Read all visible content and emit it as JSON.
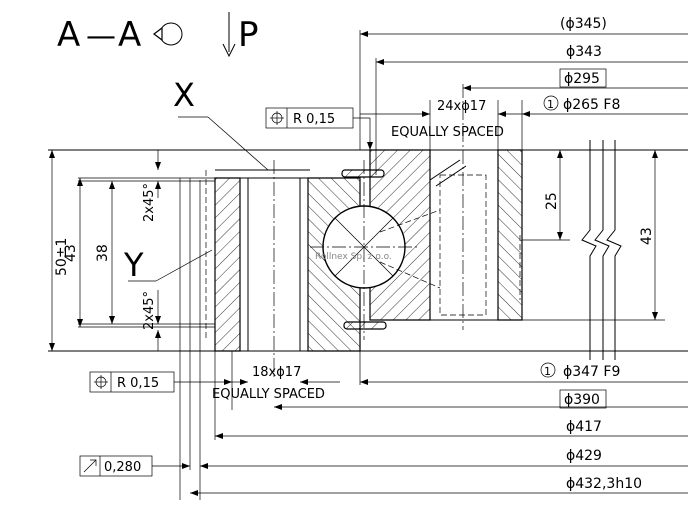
{
  "section": {
    "title_a1": "A",
    "title_dash": "—",
    "title_a2": "A",
    "view_letter": "P"
  },
  "details": {
    "x": "X",
    "y": "Y"
  },
  "top_dimensions": {
    "d345": "(ϕ345)",
    "d343": "ϕ343",
    "d295": "ϕ295",
    "holes_top": "24xϕ17",
    "equally_top": "EQUALLY  SPACED",
    "marker_top": "1",
    "d265": "ϕ265  F8"
  },
  "bottom_dimensions": {
    "marker_bottom": "1",
    "d347": "ϕ347  F9",
    "holes_bottom": "18xϕ17",
    "equally_bottom": "EQUALLY  SPACED",
    "d390": "ϕ390",
    "d417": "ϕ417",
    "d429": "ϕ429",
    "d432": "ϕ432,3h10"
  },
  "vertical_dimensions": {
    "h50": "50±1",
    "h43_left": "43",
    "h38": "38",
    "h25": "25",
    "h43_right": "43",
    "chamfer_top": "2x45°",
    "chamfer_bottom": "2x45°"
  },
  "tolerances": {
    "position_top": "R  0,15",
    "position_bottom": "R  0,15",
    "runout": "0,280"
  },
  "watermark": "Rollnex Sp. z o.o."
}
